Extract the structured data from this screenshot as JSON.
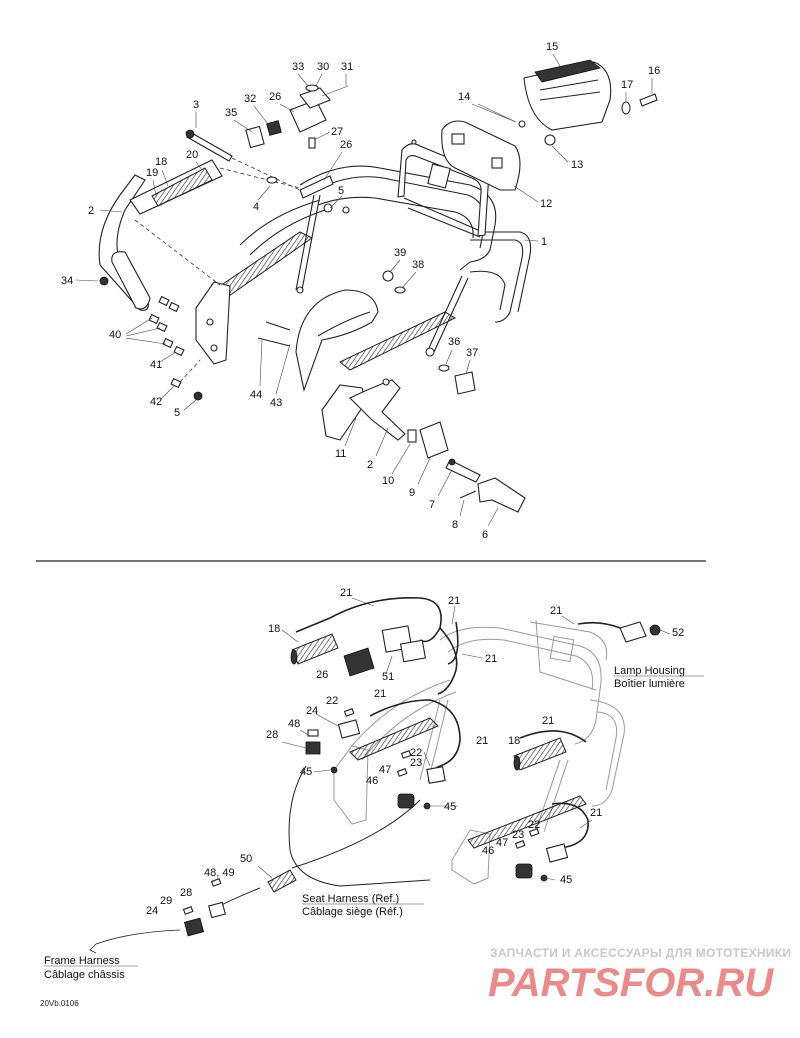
{
  "part_numbers": {
    "top": [
      "15",
      "33",
      "30",
      "31",
      "16",
      "3",
      "32",
      "26",
      "17",
      "14",
      "35",
      "27",
      "18",
      "20",
      "26",
      "13",
      "19",
      "5",
      "2",
      "4",
      "12",
      "1",
      "39",
      "38",
      "34",
      "40",
      "36",
      "37",
      "41",
      "44",
      "43",
      "42",
      "5",
      "11",
      "2",
      "10",
      "9",
      "7",
      "8",
      "6"
    ],
    "bottom": [
      "21",
      "21",
      "21",
      "18",
      "52",
      "26",
      "51",
      "21",
      "22",
      "21",
      "24",
      "48",
      "21",
      "28",
      "21",
      "18",
      "22",
      "45",
      "23",
      "47",
      "46",
      "45",
      "21",
      "22",
      "23",
      "47",
      "46",
      "45",
      "50",
      "48, 49",
      "28",
      "29",
      "24"
    ]
  },
  "captions": {
    "lamp_housing_en": "Lamp Housing",
    "lamp_housing_fr": "Boîtier lumière",
    "seat_harness_en": "Seat Harness (Ref.)",
    "seat_harness_fr": "Câblage siège (Réf.)",
    "frame_harness_en": "Frame Harness",
    "frame_harness_fr": "Câblage châssis"
  },
  "figure_code": "20Vb.0106",
  "watermark": {
    "tagline": "ЗАПЧАСТИ И АКСЕССУАРЫ ДЛЯ МОТОТЕХНИКИ",
    "logo": "PARTSFOR.RU"
  }
}
